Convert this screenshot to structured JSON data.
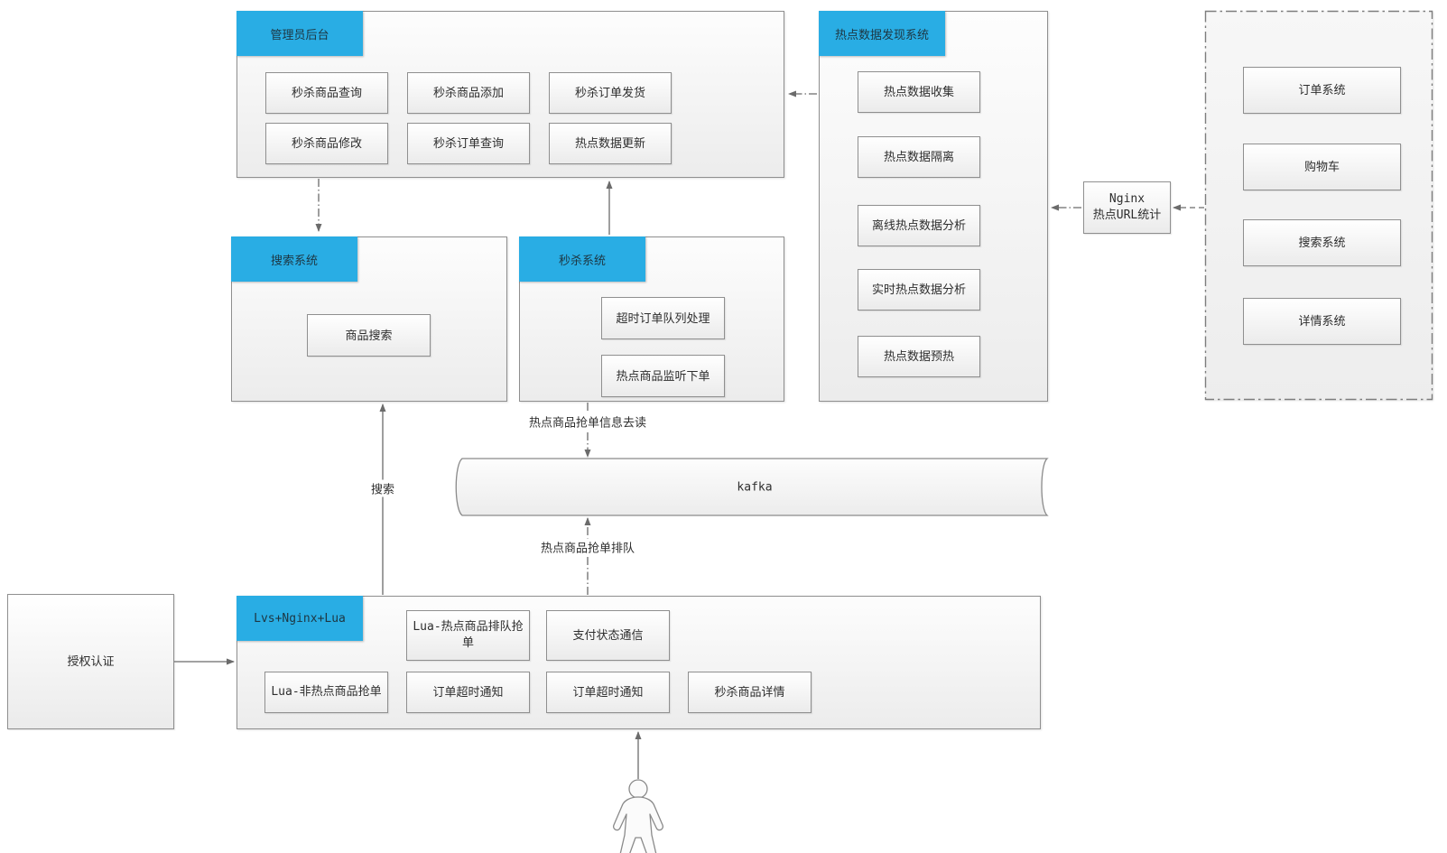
{
  "colors": {
    "accent": "#29ADE4",
    "line": "#6b6b6b",
    "border": "#8f8f8f"
  },
  "admin_panel": {
    "title": "管理员后台",
    "buttons": [
      "秒杀商品查询",
      "秒杀商品添加",
      "秒杀订单发货",
      "秒杀商品修改",
      "秒杀订单查询",
      "热点数据更新"
    ]
  },
  "hot_data_system": {
    "title": "热点数据发现系统",
    "buttons": [
      "热点数据收集",
      "热点数据隔离",
      "离线热点数据分析",
      "实时热点数据分析",
      "热点数据预热"
    ]
  },
  "external_systems": {
    "buttons": [
      "订单系统",
      "购物车",
      "搜索系统",
      "详情系统"
    ]
  },
  "nginx_node": {
    "line1": "Nginx",
    "line2": "热点URL统计"
  },
  "search_system": {
    "title": "搜索系统",
    "buttons": [
      "商品搜索"
    ]
  },
  "seckill_system": {
    "title": "秒杀系统",
    "buttons": [
      "超时订单队列处理",
      "热点商品监听下单"
    ]
  },
  "kafka_node": {
    "label": "kafka"
  },
  "gateway": {
    "title": "Lvs+Nginx+Lua",
    "row1": [
      "Lua-热点商品排队抢单",
      "支付状态通信"
    ],
    "row2": [
      "Lua-非热点商品抢单",
      "订单超时通知",
      "订单超时通知",
      "秒杀商品详情"
    ]
  },
  "auth_node": {
    "label": "授权认证"
  },
  "edge_labels": {
    "hot_read": "热点商品抢单信息去读",
    "search": "搜索",
    "hot_queue": "热点商品抢单排队"
  }
}
